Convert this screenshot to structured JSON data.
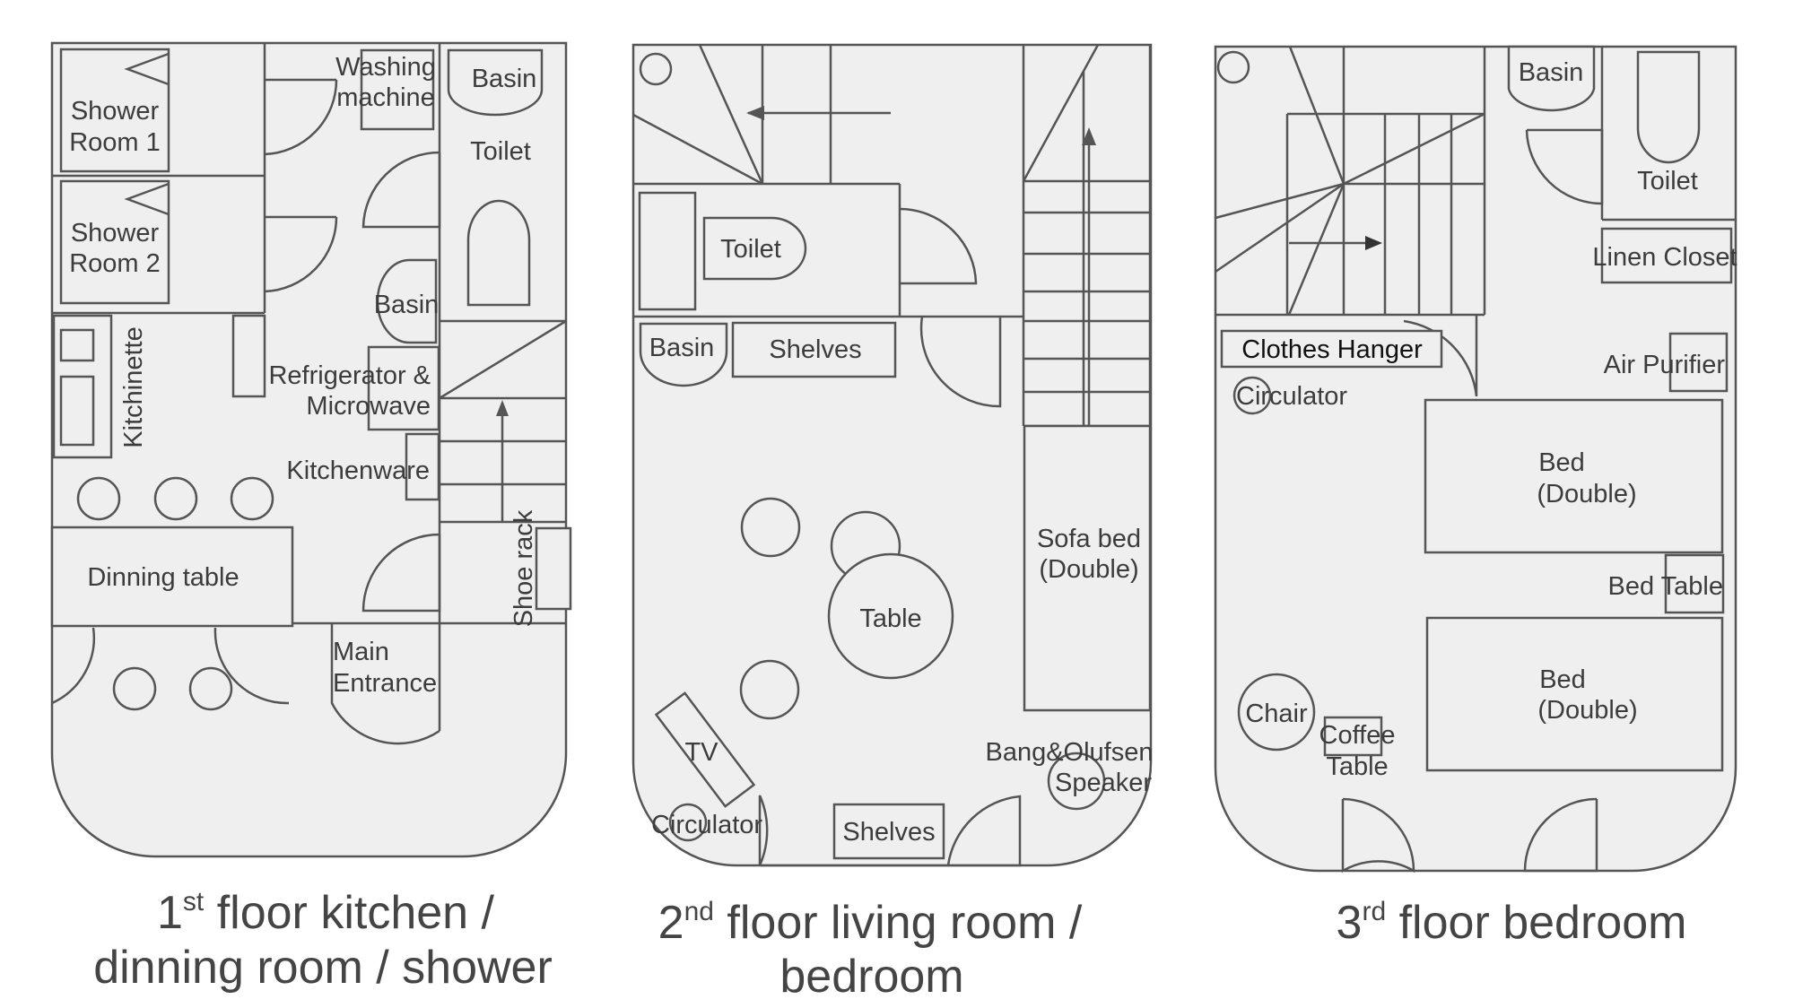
{
  "floor1": {
    "caption": {
      "line1_prefix": "1",
      "line1_sup": "st",
      "line1_rest": " floor kitchen /",
      "line2": "dinning room / shower"
    },
    "labels": {
      "shower1_a": "Shower",
      "shower1_b": "Room 1",
      "shower2_a": "Shower",
      "shower2_b": "Room 2",
      "washing_a": "Washing",
      "washing_b": "machine",
      "basin_top": "Basin",
      "toilet": "Toilet",
      "basin_mid": "Basin",
      "kitchinette": "Kitchinette",
      "fridge_a": "Refrigerator &",
      "fridge_b": "Microwave",
      "kitchenware": "Kitchenware",
      "dinning_table": "Dinning table",
      "shoe_rack": "Shoe rack",
      "entrance_a": "Main",
      "entrance_b": "Entrance"
    }
  },
  "floor2": {
    "caption": {
      "line1_prefix": "2",
      "line1_sup": "nd",
      "line1_rest": " floor living room /",
      "line2": "bedroom"
    },
    "labels": {
      "toilet": "Toilet",
      "basin": "Basin",
      "shelves_top": "Shelves",
      "table": "Table",
      "sofa_a": "Sofa bed",
      "sofa_b": "(Double)",
      "tv": "TV",
      "circulator": "Circulator",
      "shelves_bottom": "Shelves",
      "speaker_a": "Bang&Olufsen",
      "speaker_b": "Speaker"
    }
  },
  "floor3": {
    "caption": {
      "line1_prefix": "3",
      "line1_sup": "rd",
      "line1_rest": " floor bedroom"
    },
    "labels": {
      "basin": "Basin",
      "toilet": "Toilet",
      "linen": "Linen Closet",
      "clothes_hanger": "Clothes Hanger",
      "air_purifier": "Air Purifier",
      "circulator": "Circulator",
      "bed1_a": "Bed",
      "bed1_b": "(Double)",
      "bed_table": "Bed Table",
      "bed2_a": "Bed",
      "bed2_b": "(Double)",
      "chair": "Chair",
      "coffee_a": "Coffee",
      "coffee_b": "Table"
    }
  }
}
